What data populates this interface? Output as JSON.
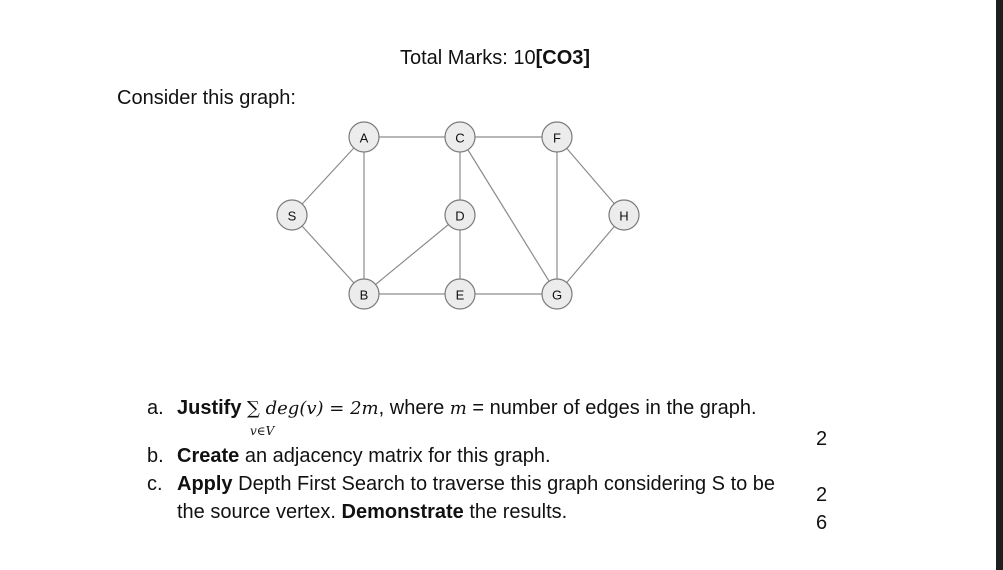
{
  "header": {
    "prefix": "Total Marks: 10",
    "course_outcome": "[CO3]"
  },
  "intro": "Consider this graph:",
  "graph": {
    "nodes": [
      {
        "id": "S",
        "label": "S"
      },
      {
        "id": "A",
        "label": "A"
      },
      {
        "id": "B",
        "label": "B"
      },
      {
        "id": "C",
        "label": "C"
      },
      {
        "id": "D",
        "label": "D"
      },
      {
        "id": "E",
        "label": "E"
      },
      {
        "id": "F",
        "label": "F"
      },
      {
        "id": "G",
        "label": "G"
      },
      {
        "id": "H",
        "label": "H"
      }
    ],
    "edges": [
      [
        "S",
        "A"
      ],
      [
        "S",
        "B"
      ],
      [
        "A",
        "B"
      ],
      [
        "A",
        "C"
      ],
      [
        "C",
        "D"
      ],
      [
        "C",
        "F"
      ],
      [
        "C",
        "G"
      ],
      [
        "D",
        "B"
      ],
      [
        "D",
        "E"
      ],
      [
        "B",
        "E"
      ],
      [
        "E",
        "G"
      ],
      [
        "F",
        "G"
      ],
      [
        "F",
        "H"
      ],
      [
        "G",
        "H"
      ]
    ]
  },
  "questions": {
    "a": {
      "marker": "a.",
      "verb": "Justify",
      "formula_sum": "∑",
      "formula_body": "deg(v)",
      "formula_eq": "=",
      "formula_rhs": "2m",
      "formula_sub": "v∈V",
      "rest_pre": ", where ",
      "var_m": "m",
      "rest_post": " = number of edges in the graph."
    },
    "b": {
      "marker": "b.",
      "verb": "Create",
      "text": " an adjacency matrix for this graph."
    },
    "c": {
      "marker": "c.",
      "verb": "Apply",
      "text1": " Depth First Search to traverse this graph considering S to be",
      "text2_pre": "the source vertex. ",
      "verb2": "Demonstrate",
      "text2_post": " the results."
    }
  },
  "marks": [
    "2",
    "2",
    "6"
  ]
}
